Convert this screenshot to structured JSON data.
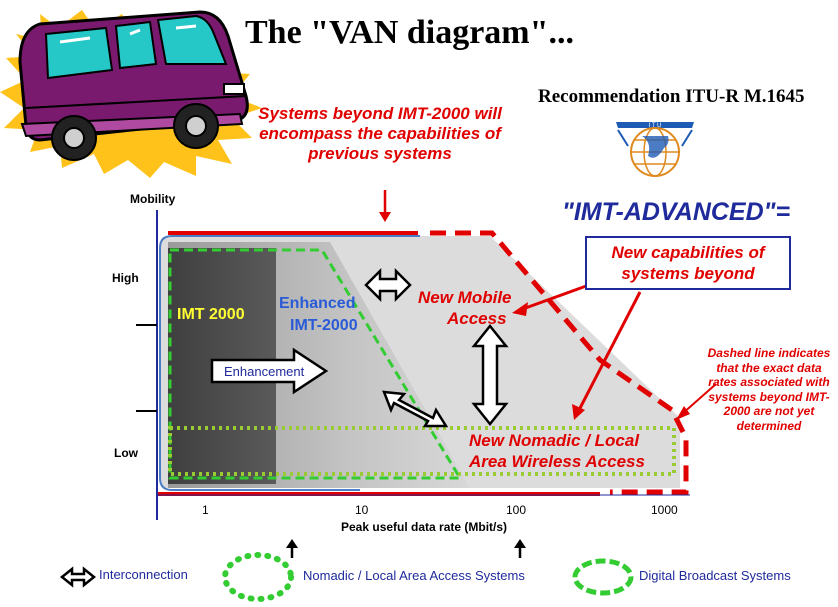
{
  "title": "The \"VAN diagram\"...",
  "recommendation": "Recommendation ITU-R M.1645",
  "beyond_note": "Systems beyond IMT-2000 will encompass the capabilities of previous systems",
  "imt_advanced": "\"IMT-ADVANCED\"=",
  "new_capabilities": "New capabilities of systems beyond",
  "dashed_note": "Dashed line indicates that the exact data rates associated with systems beyond IMT-2000 are not yet determined",
  "axes": {
    "y_label": "Mobility",
    "y_high": "High",
    "y_low": "Low",
    "x_label": "Peak useful data rate (Mbit/s)",
    "x_ticks": [
      "1",
      "10",
      "100",
      "1000"
    ]
  },
  "regions": {
    "imt2000": "IMT 2000",
    "enhanced_line1": "Enhanced",
    "enhanced_line2": "IMT-2000",
    "enhancement": "Enhancement",
    "new_mobile_line1": "New Mobile",
    "new_mobile_line2": "Access",
    "nomadic_line1": "New Nomadic / Local",
    "nomadic_line2": "Area Wireless Access"
  },
  "legend": {
    "interconnection": "Interconnection",
    "nomadic": "Nomadic / Local Area Access Systems",
    "broadcast": "Digital Broadcast Systems"
  },
  "colors": {
    "red": "#e00000",
    "blue": "#1f2a9c",
    "green_dashed": "#33cc33",
    "green_dotted": "#99cc33",
    "dark_region": "#4a4a4a",
    "light_region": "#d6d6d6"
  }
}
